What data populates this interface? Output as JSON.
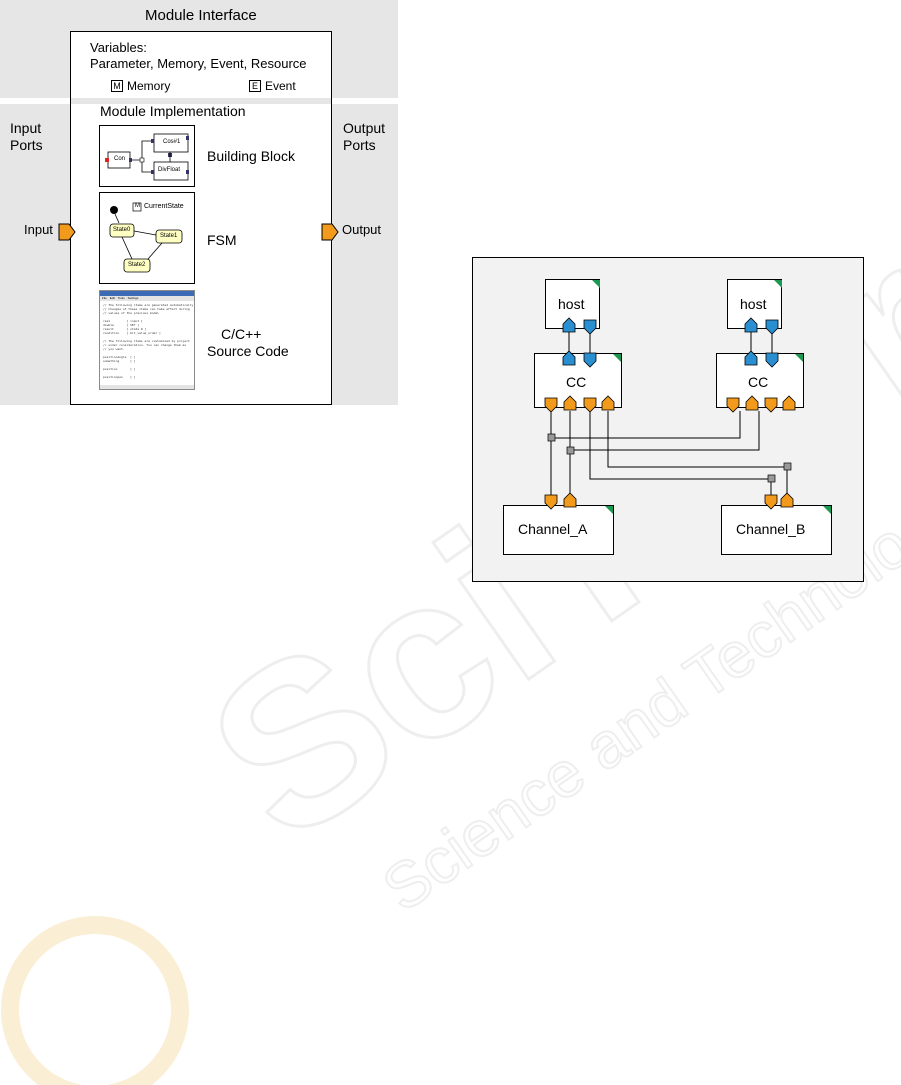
{
  "left": {
    "module_interface": "Module Interface",
    "variables_heading": "Variables:",
    "variables_list": "Parameter, Memory, Event, Resource",
    "memory_badge": "M",
    "memory_label": "Memory",
    "event_badge": "E",
    "event_label": "Event",
    "module_implementation": "Module Implementation",
    "input_ports": [
      "Input",
      "Ports"
    ],
    "output_ports": [
      "Output",
      "Ports"
    ],
    "input_label": "Input",
    "output_label": "Output",
    "building_block": "Building Block",
    "fsm": "FSM",
    "source_code": [
      "C/C++",
      "Source Code"
    ],
    "bb_blocks": {
      "con": "Con",
      "cos": "Cos#1",
      "div": "DivFloat"
    },
    "fsm_states": {
      "memory_badge": "M",
      "current_state": "CurrentState",
      "s0": "State0",
      "s1": "State1",
      "s2": "State2"
    },
    "code_menu": [
      "File",
      "Edit",
      "Tools",
      "Settings"
    ],
    "code_lines": [
      "// The following items are generated automatically",
      "// Changes of these items can take effect during",
      "// values of the previous model",
      "",
      "real         [ input ]",
      "double       [ SET ]",
      "result       [ state 0 ]",
      "condition    [ bit_value_order ]",
      "",
      "// The following items are customized by project",
      "// under consideration. You can change them as",
      "// you want.",
      "",
      "positionAngle  [ ]",
      "something      [ ]",
      "",
      "position       [ ]",
      "",
      "positionpos    [ ]"
    ]
  },
  "right": {
    "host_a": "host",
    "host_b": "host",
    "cc_a": "CC",
    "cc_b": "CC",
    "channel_a": "Channel_A",
    "channel_b": "Channel_B"
  },
  "colors": {
    "panel_gray": "#e6e6e6",
    "port_orange": "#f29a1b",
    "port_blue": "#2a8fd0",
    "corner_green": "#1a9a50",
    "fsm_state": "#ffffc4",
    "junction_gray": "#999999"
  },
  "watermark": {
    "main": "SciTePress",
    "sub": "Science and Technology Publications"
  }
}
